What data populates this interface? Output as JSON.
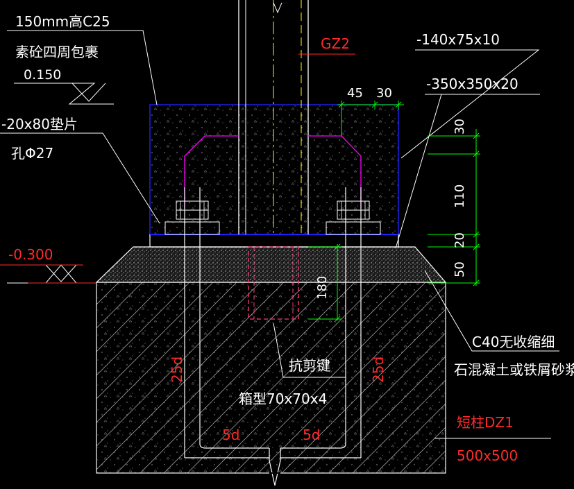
{
  "colors": {
    "background": "#000000",
    "line": "#ffffff",
    "dim": "#00ff00",
    "label_red": "#ff2a2a",
    "column_yellow": "#ffff00",
    "plate_magenta": "#ff00ff",
    "encase_blue": "#2020ff"
  },
  "labels": {
    "encase_line1": "150mm高C25",
    "encase_line2": "素砼四周包裹",
    "elev_top": "0.150",
    "shim_line1": "-20x80垫片",
    "shim_line2": "孔Φ27",
    "elev_low": "-0.300",
    "column_id": "GZ2",
    "stiffener": "-140x75x10",
    "base_plate": "-350x350x20",
    "grout_line1": "C40无收缩细",
    "grout_line2": "石混凝土或铁屑砂浆",
    "shear_key": "抗剪键",
    "box_section": "箱型70x70x4",
    "pier_line1": "短柱DZ1",
    "pier_line2": "500x500",
    "anchor_len_left": "25d",
    "anchor_len_right": "25d",
    "hook_left": "5d",
    "hook_right": "5d"
  },
  "dims": {
    "d45": "45",
    "d30_top": "30",
    "v30": "30",
    "v110": "110",
    "v20": "20",
    "v50": "50",
    "v180": "180"
  }
}
